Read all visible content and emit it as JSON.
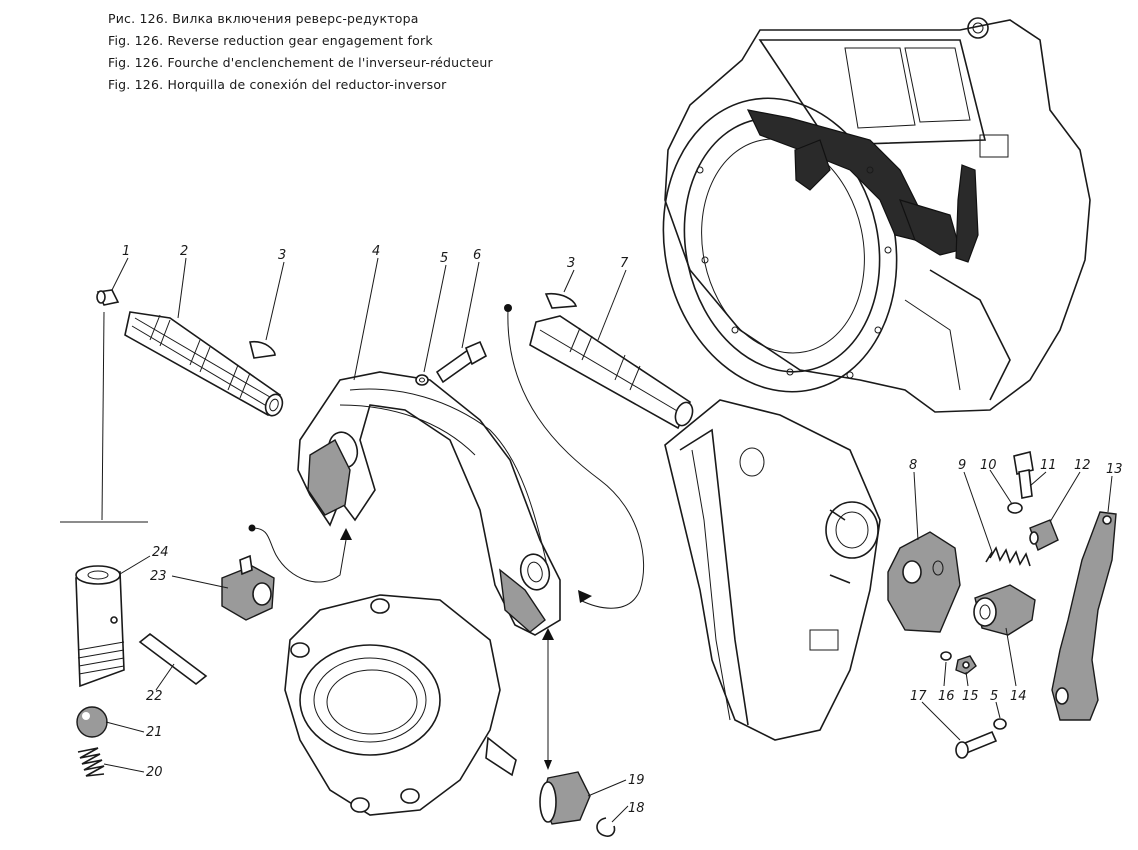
{
  "captions": {
    "ru": "Рис. 126. Вилка включения реверс-редуктора",
    "en": "Fig. 126. Reverse reduction gear engagement fork",
    "fr": "Fig. 126. Fourche d'enclenchement de l'inverseur-réducteur",
    "es": "Fig. 126. Horquilla de conexión del reductor-inversor"
  },
  "callouts": {
    "p1": "1",
    "p2": "2",
    "p3a": "3",
    "p4": "4",
    "p5a": "5",
    "p6": "6",
    "p3b": "3",
    "p7": "7",
    "p8": "8",
    "p9": "9",
    "p10": "10",
    "p11": "11",
    "p12": "12",
    "p13": "13",
    "p14": "14",
    "p15": "15",
    "p16": "16",
    "p5b": "5",
    "p17": "17",
    "p18": "18",
    "p19": "19",
    "p20": "20",
    "p21": "21",
    "p22": "22",
    "p23": "23",
    "p24": "24"
  }
}
